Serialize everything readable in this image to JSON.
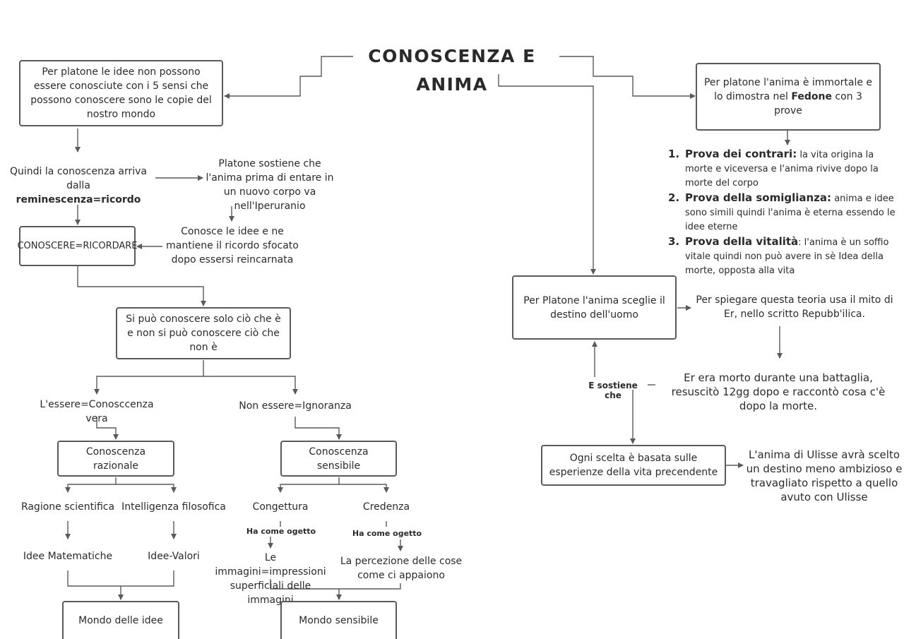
{
  "diagram": {
    "title": "CONOSCENZA E ANIMA",
    "stroke_color": "#5a5a5a",
    "left": {
      "sensi": "Per platone le idee non possono essere conosciute con i 5 sensi che possono conoscere sono le copie del nostro mondo",
      "reminescenza_pre": "Quindi la conoscenza arriva dalla",
      "reminescenza_bold": "reminescenza=ricordo",
      "iperuranio": "Platone sostiene che l'anima prima di entare in un nuovo corpo va nell'Iperuranio",
      "conosce_idee": "Conosce le idee e ne mantiene il ricordo sfocato dopo essersi reincarnata",
      "conoscere_ricordare": "CONOSCERE=RICORDARE",
      "essere": "Si può conoscere solo ciò che è e non si può conoscere ciò che non è",
      "essere_vera": "L'essere=Conosccenza vera",
      "non_essere": "Non essere=Ignoranza",
      "razionale": "Conoscenza razionale",
      "sensibile": "Conoscenza sensibile",
      "ragione": "Ragione scientifica",
      "intelligenza": "Intelligenza filosofica",
      "congettura": "Congettura",
      "credenza": "Credenza",
      "ha_come_oggetto_1": "Ha come ogetto",
      "ha_come_oggetto_2": "Ha come ogetto",
      "idee_matematiche": "Idee Matematiche",
      "idee_valori": "Idee-Valori",
      "immagini": "Le immagini=impressioni superficiali delle immagini",
      "percezione": "La percezione delle cose come ci appaiono",
      "mondo_idee": "Mondo delle idee",
      "mondo_sensibile": "Mondo sensibile"
    },
    "right": {
      "immortale_pre": "Per platone l'anima è immortale e lo dimostra nel",
      "immortale_bold": "Fedone",
      "immortale_post": "con 3 prove",
      "proofs": [
        {
          "num": "1.",
          "title": "Prova dei contrari:",
          "text": "la vita origina la morte e viceversa e l'anima rivive dopo la morte del corpo"
        },
        {
          "num": "2.",
          "title": "Prova della somiglianza:",
          "text": "anima e idee sono simili  quindi l'anima è eterna essendo le idee eterne"
        },
        {
          "num": "3.",
          "title": "Prova della vitalità",
          "text": ": l'anima è un soffio vitale quindi non può avere in sè Idea della morte, opposta alla vita"
        }
      ],
      "destino": "Per Platone l'anima sceglie il destino dell'uomo",
      "mito_er": "Per spiegare questa teoria usa il mito di Er, nello scritto Repubb'ilica.",
      "er_morto": "Er era morto durante una battaglia, resuscitò 12gg dopo e raccontò cosa c'è dopo la morte.",
      "sostiene": "E sostiene che",
      "scelta": "Ogni scelta è basata sulle esperienze della vita precendente",
      "ulisse": "L'anima di Ulisse avrà scelto un destino meno ambizioso e travagliato rispetto a quello avuto con Ulisse"
    }
  }
}
